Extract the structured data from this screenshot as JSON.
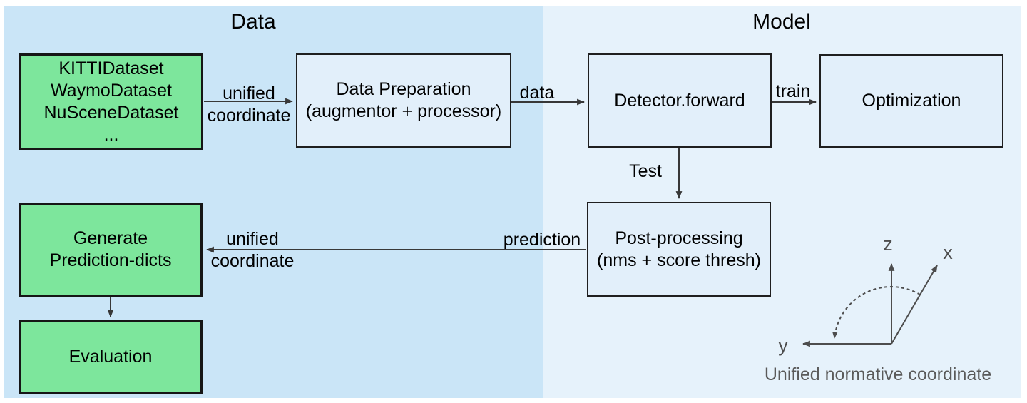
{
  "sections": {
    "data": {
      "title": "Data"
    },
    "model": {
      "title": "Model"
    }
  },
  "boxes": {
    "datasets": {
      "lines": [
        "KITTIDataset",
        "WaymoDataset",
        "NuSceneDataset",
        "..."
      ]
    },
    "data_preparation": {
      "lines": [
        "Data Preparation",
        "(augmentor + processor)"
      ]
    },
    "detector": {
      "lines": [
        "Detector.forward"
      ]
    },
    "optimization": {
      "lines": [
        "Optimization"
      ]
    },
    "post_processing": {
      "lines": [
        "Post-processing",
        "(nms + score thresh)"
      ]
    },
    "generate_prediction_dicts": {
      "lines": [
        "Generate",
        "Prediction-dicts"
      ]
    },
    "evaluation": {
      "lines": [
        "Evaluation"
      ]
    }
  },
  "edge_labels": {
    "unified_coordinate_top": {
      "line1": "unified",
      "line2": "coordinate"
    },
    "data": "data",
    "train": "train",
    "test": "Test",
    "prediction": "prediction",
    "unified_coordinate_bottom": {
      "line1": "unified",
      "line2": "coordinate"
    }
  },
  "axes": {
    "z": "z",
    "x": "x",
    "y": "y",
    "caption": "Unified normative coordinate"
  },
  "colors": {
    "data_panel_bg": "#cae5f7",
    "model_panel_bg": "#e6f2fb",
    "light_box_fill": "#e2effa",
    "green_box_fill": "#7de69c",
    "box_border": "#1f1f1f",
    "arrow_stroke": "#383838",
    "axes_gray": "#4d4d4d",
    "caption_gray": "#5a5a5a"
  }
}
